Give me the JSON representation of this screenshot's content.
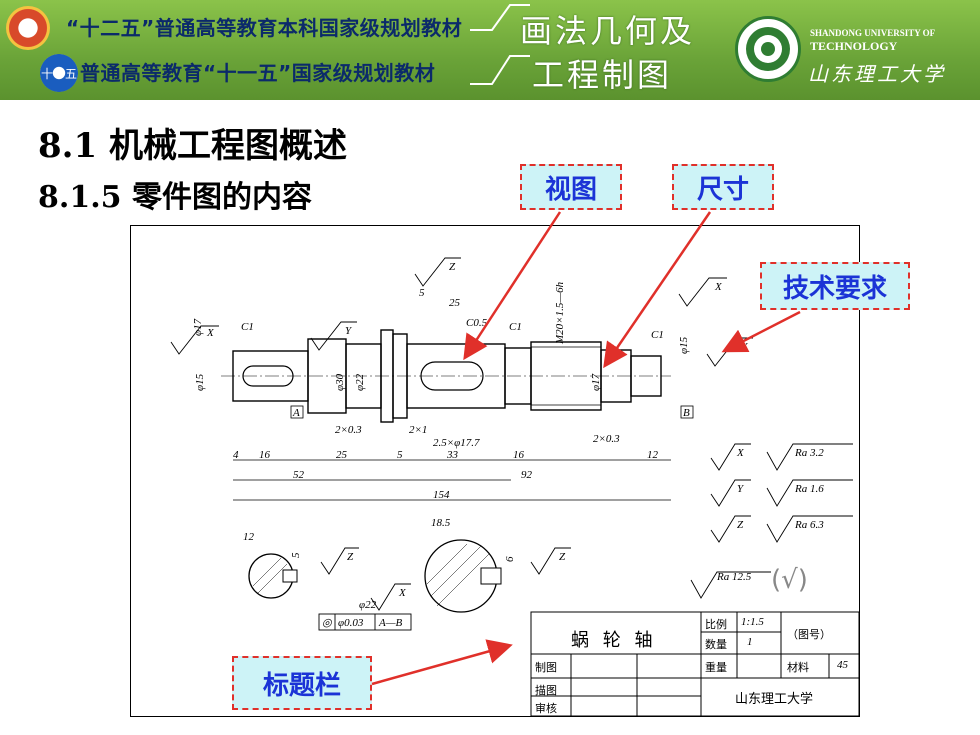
{
  "header": {
    "series_line1": "“十二五”普通高等教育本科国家级规划教材",
    "series_line2": "普通高等教育“十一五”国家级规划教材",
    "badge2_text": "十一五",
    "book_title_line1": "画法几何及",
    "book_title_line2": "工程制图",
    "university_en_line1": "SHANDONG UNIVERSITY OF",
    "university_en_line2": "TECHNOLOGY",
    "university_cn": "山东理工大学"
  },
  "section": {
    "title": "8.1 机械工程图概述",
    "subtitle": "8.1.5 零件图的内容"
  },
  "callouts": {
    "view": "视图",
    "dimension": "尺寸",
    "tech_requirements": "技术要求",
    "title_block": "标题栏"
  },
  "drawing": {
    "dims_top": [
      "5",
      "25",
      "C1",
      "C0.5",
      "C1",
      "C1",
      "M20×1.5—6h"
    ],
    "dims_left": [
      "φ17",
      "φ15",
      "φ30",
      "φ22",
      "φ17",
      "φ15"
    ],
    "datum_a": "A",
    "datum_b": "B",
    "dims_chamfer": [
      "2×0.3",
      "2×1",
      "2.5×φ17.7",
      "2×0.3"
    ],
    "dims_row1": [
      "4",
      "16",
      "25",
      "5",
      "33",
      "16",
      "12"
    ],
    "dims_row2": [
      "52",
      "92"
    ],
    "dims_row3": [
      "154"
    ],
    "section_dims": [
      "12",
      "5",
      "18.5",
      "6",
      "φ22"
    ],
    "roughness_symbols": [
      "X",
      "Y",
      "Z",
      "X",
      "Y",
      "Z"
    ],
    "roughness_legend": [
      {
        "sym": "X",
        "value": "Ra 3.2"
      },
      {
        "sym": "Y",
        "value": "Ra 1.6"
      },
      {
        "sym": "Z",
        "value": "Ra 6.3"
      }
    ],
    "roughness_rest": "Ra 12.5",
    "tolerance_frame": [
      "◎",
      "φ0.03",
      "A—B"
    ],
    "title_block": {
      "part_name": "蜗 轮 轴",
      "scale_label": "比例",
      "scale_value": "1:1.5",
      "qty_label": "数量",
      "qty_value": "1",
      "drawing_no": "（图号）",
      "drawn": "制图",
      "traced": "描图",
      "checked": "审核",
      "weight_label": "重量",
      "material_label": "材料",
      "material_value": "45",
      "org": "山东理工大学"
    }
  },
  "colors": {
    "header_green": "#6aa338",
    "callout_bg": "#cdf3f7",
    "callout_border": "#e0302a",
    "callout_text": "#1b33d6",
    "arrow_red": "#e0302a"
  }
}
